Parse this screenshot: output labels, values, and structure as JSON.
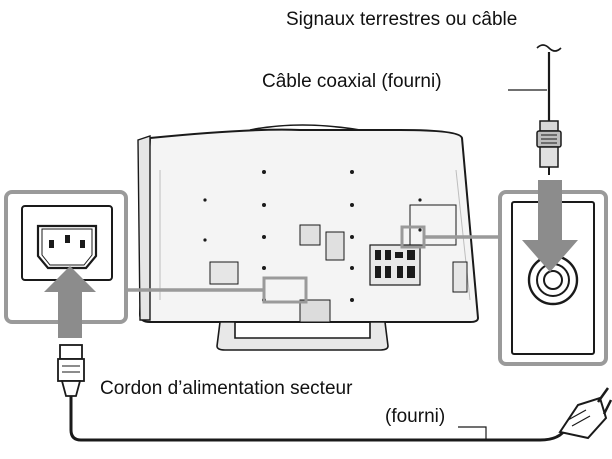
{
  "labels": {
    "signal_source": "Signaux terrestres ou câble",
    "coax_cable": "Câble coaxial (fourni)",
    "power_cord": "Cordon d’alimentation secteur",
    "power_cord_supplied": "(fourni)"
  },
  "colors": {
    "highlight_gray": "#9a9a9a",
    "arrow_gray": "#8c8c8c",
    "line_black": "#1a1a1a",
    "panel_fill": "#f2f2f2"
  },
  "icons": [
    "ac-inlet-icon",
    "antenna-input-icon",
    "coax-connector-icon",
    "power-plug-icon",
    "iec-connector-icon"
  ]
}
